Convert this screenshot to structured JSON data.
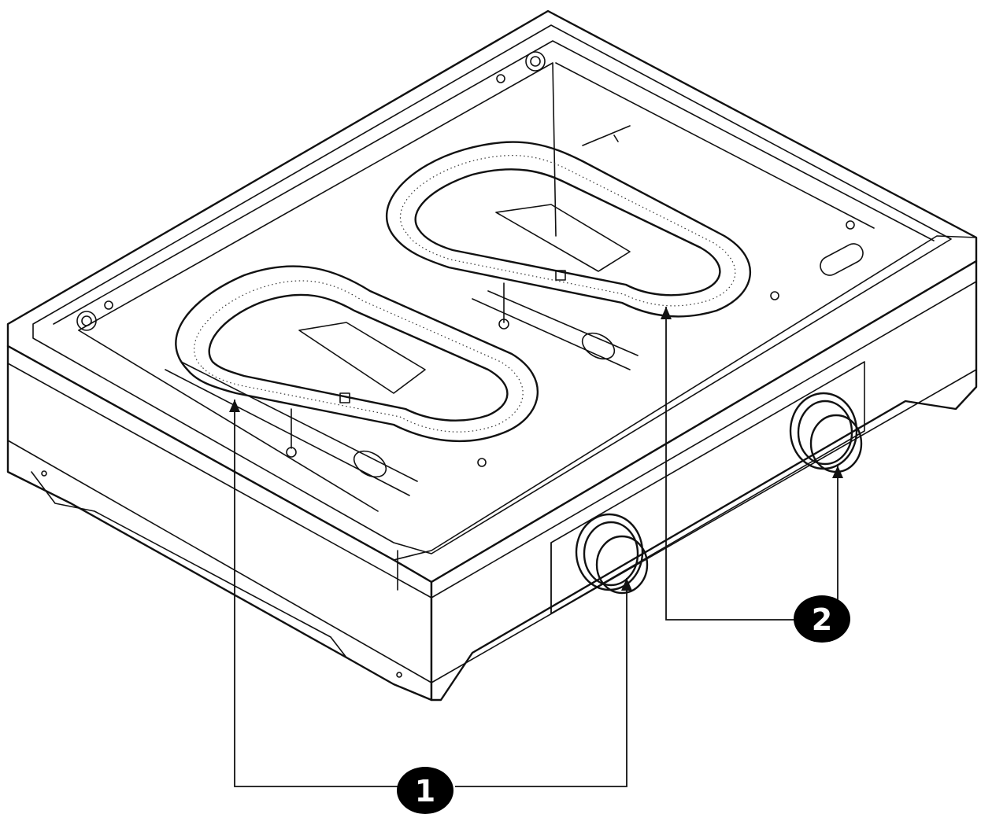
{
  "callouts": [
    {
      "id": "1",
      "label": "1"
    },
    {
      "id": "2",
      "label": "2"
    }
  ],
  "colors": {
    "line": "#111111",
    "background": "#ffffff",
    "callout_fill": "#000000",
    "callout_text": "#ffffff"
  }
}
